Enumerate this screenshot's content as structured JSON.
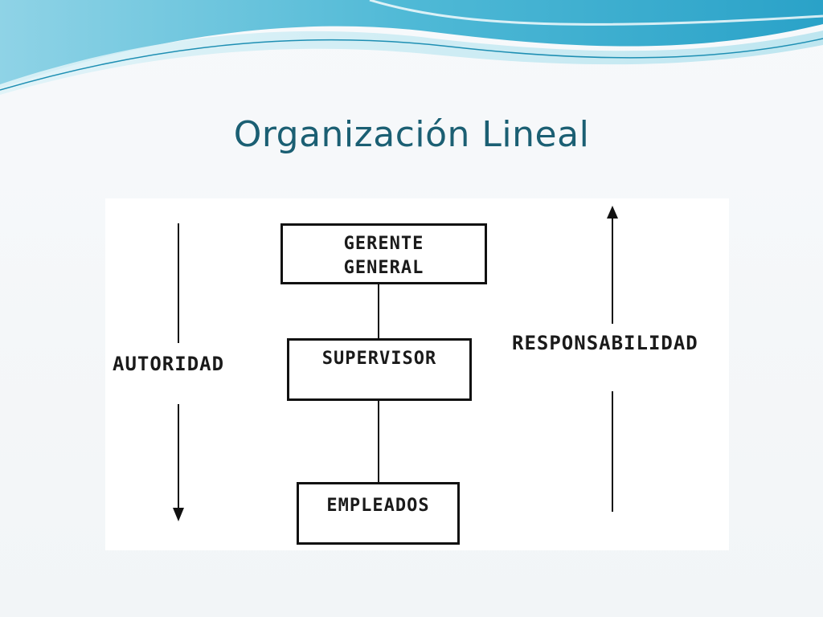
{
  "slide": {
    "title": "Organización Lineal"
  },
  "diagram": {
    "boxes": {
      "gerente_line1": "GERENTE",
      "gerente_line2": "GENERAL",
      "supervisor": "SUPERVISOR",
      "empleados": "EMPLEADOS"
    },
    "side_labels": {
      "left": "AUTORIDAD",
      "right": "RESPONSABILIDAD"
    },
    "arrows": {
      "left_direction": "down",
      "right_direction": "up"
    }
  },
  "colors": {
    "title": "#1b5f73",
    "wave_light": "#bfe6ef",
    "wave_mid": "#5ec3db",
    "wave_dark": "#1e8fb3",
    "line": "#111111"
  }
}
